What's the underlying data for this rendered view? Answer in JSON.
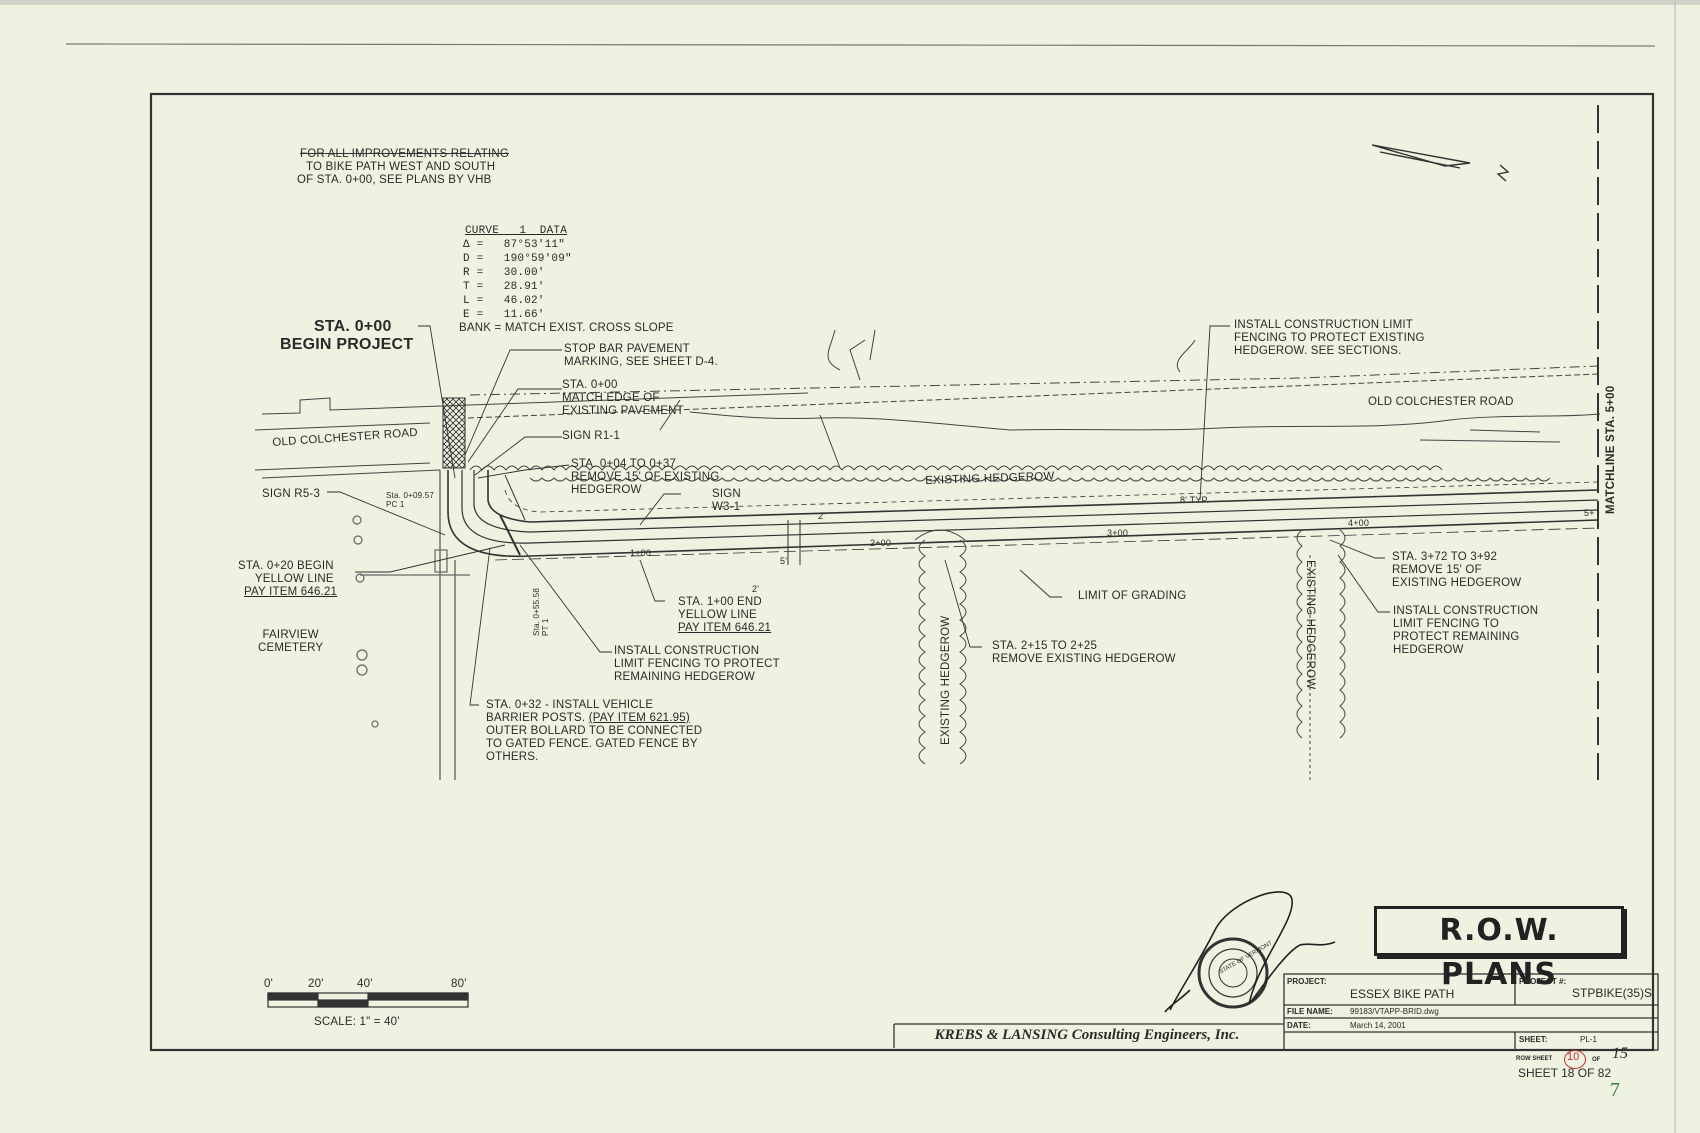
{
  "general_note": [
    "FOR ALL IMPROVEMENTS RELATING",
    "TO BIKE PATH WEST AND SOUTH",
    "OF STA. 0+00, SEE PLANS BY VHB"
  ],
  "curve_data": {
    "header": "CURVE   1  DATA",
    "rows": [
      "Δ =   87°53'11\"",
      "D =   190°59'09\"",
      "R =   30.00'",
      "T =   28.91'",
      "L =   46.02'",
      "E =   11.66'"
    ],
    "bank": "BANK = MATCH EXIST. CROSS SLOPE"
  },
  "begin_project": [
    "STA. 0+00",
    "BEGIN PROJECT"
  ],
  "callouts": {
    "stop_bar": "STOP BAR PAVEMENT\nMARKING, SEE SHEET D-4.",
    "match_edge": "STA. 0+00\nMATCH EDGE OF\nEXISTING PAVEMENT",
    "sign_r1": "SIGN R1-1",
    "remove_hedgerow_1": "STA. 0+04 TO 0+37\nREMOVE 15' OF EXISTING\nHEDGEROW",
    "sign_w3": "SIGN\nW3-1",
    "sign_r5": "SIGN R5-3",
    "yellow_begin": "STA. 0+20 BEGIN\nYELLOW LINE",
    "yellow_begin_pay": "PAY ITEM 646.21",
    "yellow_end": "STA. 1+00 END\nYELLOW LINE",
    "yellow_end_pay": "PAY ITEM 646.21",
    "fence_remaining": "INSTALL CONSTRUCTION\nLIMIT FENCING TO PROTECT\nREMAINING HEDGEROW",
    "barrier_line1": "STA. 0+32 - INSTALL VEHICLE",
    "barrier_line2": "BARRIER POSTS. ",
    "barrier_pay": "(PAY ITEM 621.95)",
    "barrier_rest": "OUTER BOLLARD TO BE CONNECTED\nTO GATED FENCE. GATED FENCE BY\nOTHERS.",
    "limit_grading": "LIMIT OF GRADING",
    "remove_2": "STA. 2+15 TO 2+25\nREMOVE EXISTING HEDGEROW",
    "fence_top": "INSTALL CONSTRUCTION LIMIT\nFENCING TO PROTECT EXISTING\nHEDGEROW. SEE SECTIONS.",
    "remove_3": "STA. 3+72 TO 3+92\nREMOVE 15' OF\nEXISTING HEDGEROW",
    "fence_right": "INSTALL CONSTRUCTION\nLIMIT FENCING TO\nPROTECT REMAINING\nHEDGEROW"
  },
  "labels": {
    "old_colchester_left": "OLD COLCHESTER ROAD",
    "old_colchester_right": "OLD COLCHESTER ROAD",
    "existing_hedgerow": "EXISTING HEDGEROW",
    "existing_hedgerow_v1": "EXISTING HEDGEROW",
    "existing_hedgerow_v2": "EXISTING HEDGEROW",
    "fairview": "FAIRVIEW\nCEMETERY",
    "matchline": "MATCHLINE STA. 5+00",
    "pc": "Sta. 0+09.57\nPC 1",
    "pt": "Sta. 0+55.58\nPT 1",
    "stations": [
      "1+00",
      "2+00",
      "3+00",
      "4+00",
      "5+"
    ],
    "dims": [
      "2'",
      "5'",
      "2'",
      "8' TYP."
    ]
  },
  "scale": {
    "ticks": [
      "0'",
      "20'",
      "40'",
      "80'"
    ],
    "label": "SCALE: 1\" = 40'"
  },
  "title_box": "R.O.W. PLANS",
  "title_block": {
    "project_label": "PROJECT:",
    "project": "ESSEX BIKE PATH",
    "project_no_label": "PROJECT #:",
    "project_no": "STPBIKE(35)S",
    "file_label": "FILE NAME:",
    "file": "99183/VTAPP-BRID.dwg",
    "date_label": "DATE:",
    "date": "March 14, 2001",
    "sheet_label": "SHEET:",
    "sheet": "PL-1",
    "firm": "KREBS & LANSING Consulting Engineers, Inc."
  },
  "row_sheet": {
    "prefix": "ROW SHEET",
    "num": "10",
    "of": "OF",
    "total": "15"
  },
  "sheet_count": "SHEET 18 OF 82",
  "page_mark": "7",
  "seal_text": "STATE OF VERMONT",
  "colors": {
    "ink": "#2a2a2a",
    "paper": "#eef2e0",
    "red_mark": "#c03030",
    "green_mark": "#3d7a3d"
  }
}
